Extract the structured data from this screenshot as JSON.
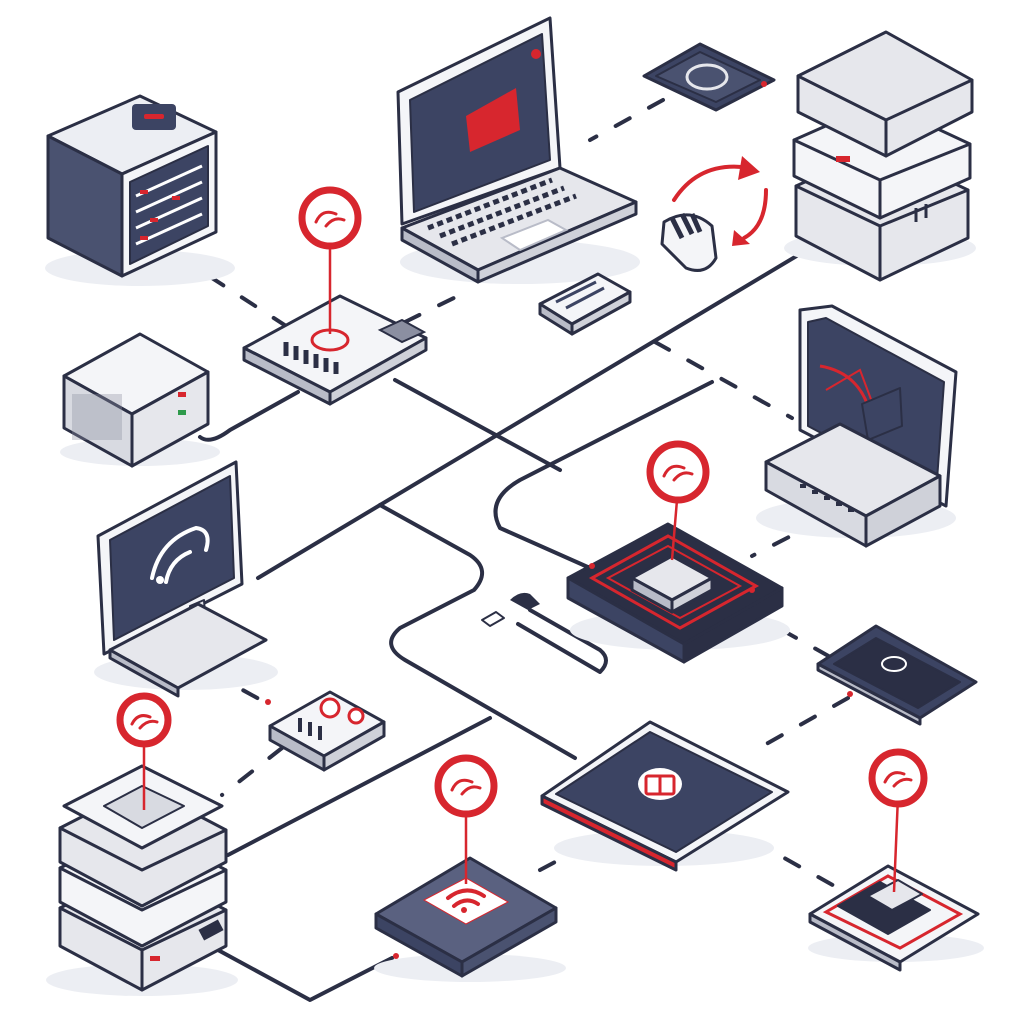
{
  "palette": {
    "navy": "#2b2f45",
    "screen": "#3c4463",
    "silver": "#e6e7ec",
    "silver_dark": "#b9bcc8",
    "accent_red": "#d7262e",
    "background": "#ffffff"
  },
  "diagram": {
    "nodes": [
      {
        "id": "rack-server",
        "icon": "server-rack-icon"
      },
      {
        "id": "laptop",
        "icon": "laptop-icon"
      },
      {
        "id": "tablet-top",
        "icon": "tablet-icon"
      },
      {
        "id": "server-stack-top",
        "icon": "server-stack-icon"
      },
      {
        "id": "network-switch",
        "icon": "switch-icon"
      },
      {
        "id": "power-supply",
        "icon": "power-supply-icon"
      },
      {
        "id": "card-reader",
        "icon": "card-reader-icon"
      },
      {
        "id": "mouse",
        "icon": "mouse-icon"
      },
      {
        "id": "monitor-right",
        "icon": "monitor-icon"
      },
      {
        "id": "router-hub",
        "icon": "router-icon"
      },
      {
        "id": "monitor-left",
        "icon": "monitor-icon"
      },
      {
        "id": "usb-cable",
        "icon": "usb-cable-icon"
      },
      {
        "id": "smartphone",
        "icon": "phone-icon"
      },
      {
        "id": "gauge-box",
        "icon": "gauge-icon"
      },
      {
        "id": "server-stack-bottom",
        "icon": "server-stack-icon"
      },
      {
        "id": "wifi-router",
        "icon": "wifi-icon"
      },
      {
        "id": "tablet-center",
        "icon": "tablet-icon"
      },
      {
        "id": "chip-board",
        "icon": "chip-icon"
      }
    ],
    "markers": [
      "switch",
      "router-hub",
      "server-stack-bottom",
      "wifi-router",
      "chip-board"
    ],
    "sync_arrow": "refresh-arrow-icon"
  }
}
